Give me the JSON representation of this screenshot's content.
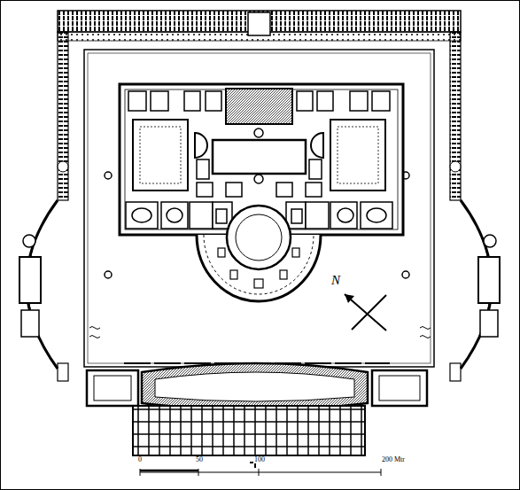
{
  "diagram": {
    "labels": [
      "N",
      "0",
      "50",
      "100",
      "200 Mtr"
    ]
  }
}
